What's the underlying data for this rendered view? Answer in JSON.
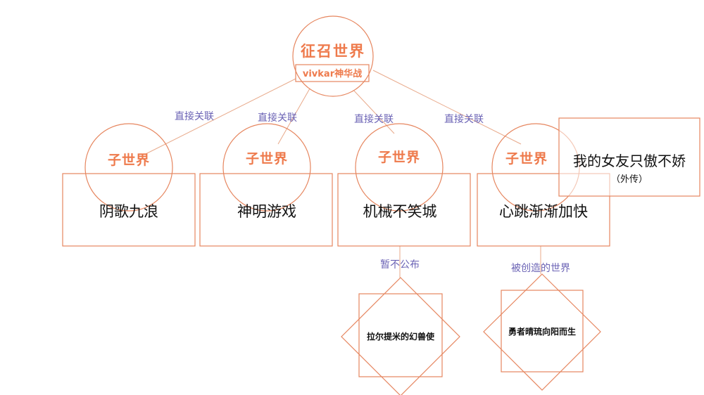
{
  "root": {
    "title": "征召世界",
    "subtitle": "vivkar神华战"
  },
  "edges": {
    "direct_label": "直接关联",
    "unpublished_label": "暂不公布",
    "created_label": "被创造的世界"
  },
  "children": [
    {
      "badge": "子世界",
      "name": "阴歌九浪"
    },
    {
      "badge": "子世界",
      "name": "神明游戏"
    },
    {
      "badge": "子世界",
      "name": "机械不笑城"
    },
    {
      "badge": "子世界",
      "name": "心跳渐渐加快"
    }
  ],
  "side_box": {
    "title": "我的女友只傲不娇",
    "note": "（外传）"
  },
  "sub_worlds": [
    {
      "name": "拉尔提米的幻兽使"
    },
    {
      "name": "勇者晴琉向阳而生"
    }
  ]
}
